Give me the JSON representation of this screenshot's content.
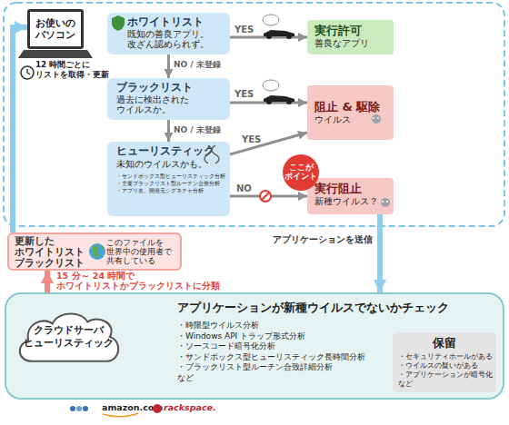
{
  "diagram": {
    "nodes": [
      {
        "text": [
          "お使いの パソコン"
        ]
      },
      {
        "text": [
          "ホワイトリスト",
          "既知の善良アプリ。 改ざん認められず。"
        ]
      },
      {
        "text": [
          "実行許可",
          "善良なアプリ"
        ]
      },
      {
        "text": [
          "ブラックリスト",
          "過去に検出された ウイルスか。"
        ]
      },
      {
        "text": [
          "阻止 & 駆除",
          "ウイルス"
        ]
      },
      {
        "text": [
          "ヒューリスティック",
          "未知のウイルスかも。",
          "・サンドボックス型ヒューリスティック分析",
          "・主要ブラックリスト型ルーチン合致分析",
          "・アプリ名、開発元シグネチャ分析"
        ]
      },
      {
        "text": [
          "ここが ポイント"
        ]
      },
      {
        "text": [
          "実行阻止",
          "新種ウイルス？"
        ]
      },
      {
        "text": [
          "更新した ホワイトリスト ブラックリスト",
          "このファイルを 世界中の使用者で 共有している"
        ]
      },
      {
        "text": [
          "アプリケーションが新種ウイルスでないかチェック",
          "・時限型ウイルス分析",
          "・Windows API トラップ形式分析",
          "・ソースコード暗号化分析",
          "・サンドボックス型ヒューリスティック長時間分析",
          "・ブラックリスト型ルーチン合致詳細分析",
          "など"
        ]
      },
      {
        "text": [
          "クラウドサーバ ヒューリスティック"
        ],
        "in": 9
      },
      {
        "text": [
          "保留",
          "・セキュリティホールがある",
          "・ウイルスの疑いがある",
          "・アプリケーションが暗号化",
          "など"
        ],
        "in": 9
      }
    ],
    "edges": [
      {
        "from": 1,
        "to": 2,
        "label": "YES",
        "arrow": "to"
      },
      {
        "from": 1,
        "to": 3,
        "label": "NO / 未登録",
        "arrow": "to"
      },
      {
        "from": 3,
        "to": 4,
        "label": "YES",
        "arrow": "to"
      },
      {
        "from": 3,
        "to": 5,
        "label": "NO / 未登録",
        "arrow": "to"
      },
      {
        "from": 5,
        "to": 4,
        "label": "YES",
        "arrow": "to"
      },
      {
        "from": 5,
        "to": 7,
        "label": "NO",
        "arrow": "to"
      },
      {
        "from": 8,
        "to": 0,
        "arrow": "to"
      },
      {
        "from": 9,
        "to": 8,
        "label": "15 分～ 24 時間で ホワイトリストかブラックリストに分類",
        "arrow": "to"
      },
      {
        "from": 7,
        "to": 9,
        "label": "アプリケーションを送信",
        "arrow": "to"
      }
    ],
    "labels": [
      "12 時間ごとに リストを取得・更新",
      "amazon.com",
      "rackspace."
    ]
  }
}
